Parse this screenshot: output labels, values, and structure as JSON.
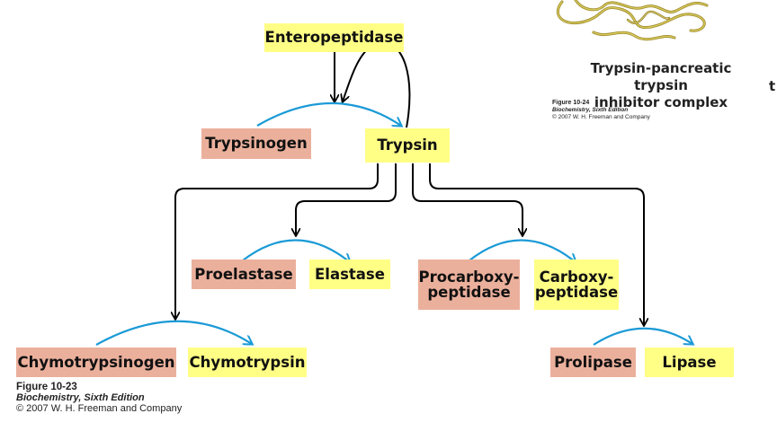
{
  "diagram": {
    "nodes": {
      "enteropeptidase": "Enteropeptidase",
      "trypsinogen": "Trypsinogen",
      "trypsin": "Trypsin",
      "proelastase": "Proelastase",
      "elastase": "Elastase",
      "procarboxypeptidase": "Procarboxy-\npeptidase",
      "carboxypeptidase": "Carboxy-\npeptidase",
      "chymotrypsinogen": "Chymotrypsinogen",
      "chymotrypsin": "Chymotrypsin",
      "prolipase": "Prolipase",
      "lipase": "Lipase"
    },
    "colors": {
      "active_enzyme": "#ffff86",
      "zymogen": "#ebb09c",
      "activation_arrow": "#1a9ad6",
      "flow_arrow": "#000000"
    }
  },
  "figure_10_23": {
    "figure": "Figure 10-23",
    "book": "Biochemistry, Sixth Edition",
    "copyright": "© 2007 W. H. Freeman and Company"
  },
  "figure_10_24": {
    "title": "Trypsin-pancreatic trypsin\ninhibitor complex",
    "clipped_text": "t",
    "figure": "Figure 10-24",
    "book": "Biochemistry, Sixth Edition",
    "copyright": "© 2007 W. H. Freeman and Company"
  }
}
